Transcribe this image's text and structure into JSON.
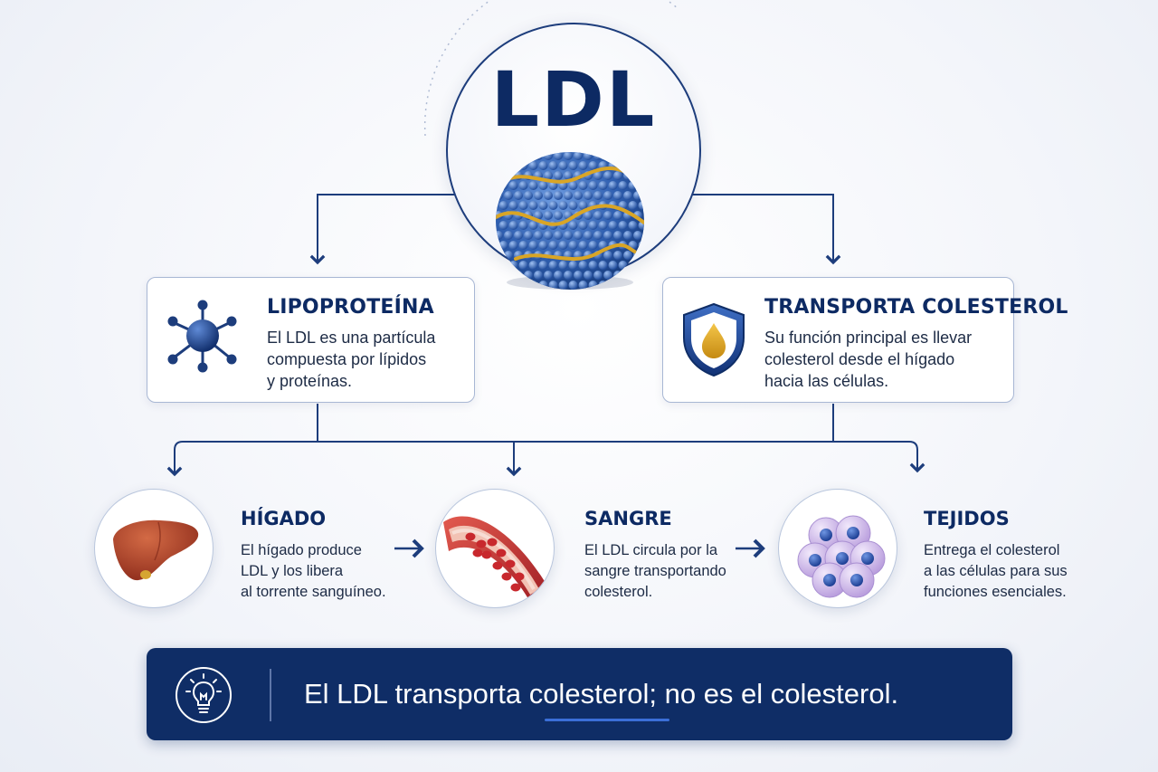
{
  "title": "LDL",
  "left_box": {
    "title": "LIPOPROTEÍNA",
    "lines": [
      "El LDL es una partícula",
      "compuesta por lípidos",
      "y proteínas."
    ],
    "icon": "molecule-icon"
  },
  "right_box": {
    "title": "TRANSPORTA COLESTEROL",
    "lines": [
      "Su función principal es llevar",
      "colesterol desde el hígado",
      "hacia las células."
    ],
    "icon": "shield-drop-icon"
  },
  "stages": [
    {
      "title": "HÍGADO",
      "lines": [
        "El hígado produce",
        "LDL y los libera",
        "al torrente sanguíneo."
      ],
      "icon": "liver-icon"
    },
    {
      "title": "SANGRE",
      "lines": [
        "El LDL circula por la",
        "sangre transportando",
        "colesterol."
      ],
      "icon": "blood-vessel-icon"
    },
    {
      "title": "TEJIDOS",
      "lines": [
        "Entrega el colesterol",
        "a las células para sus",
        "funciones esenciales."
      ],
      "icon": "cells-icon"
    }
  ],
  "banner": {
    "text": "El LDL transporta colesterol; no es el colesterol.",
    "icon": "lightbulb-icon"
  },
  "colors": {
    "navy": "#0f2d66",
    "title_blue": "#0d2a63",
    "particle_blue": "#2f5fb0",
    "lipid_gold": "#d9a526",
    "blood_red": "#c8282d",
    "cell_purple": "#c9b5e6"
  }
}
